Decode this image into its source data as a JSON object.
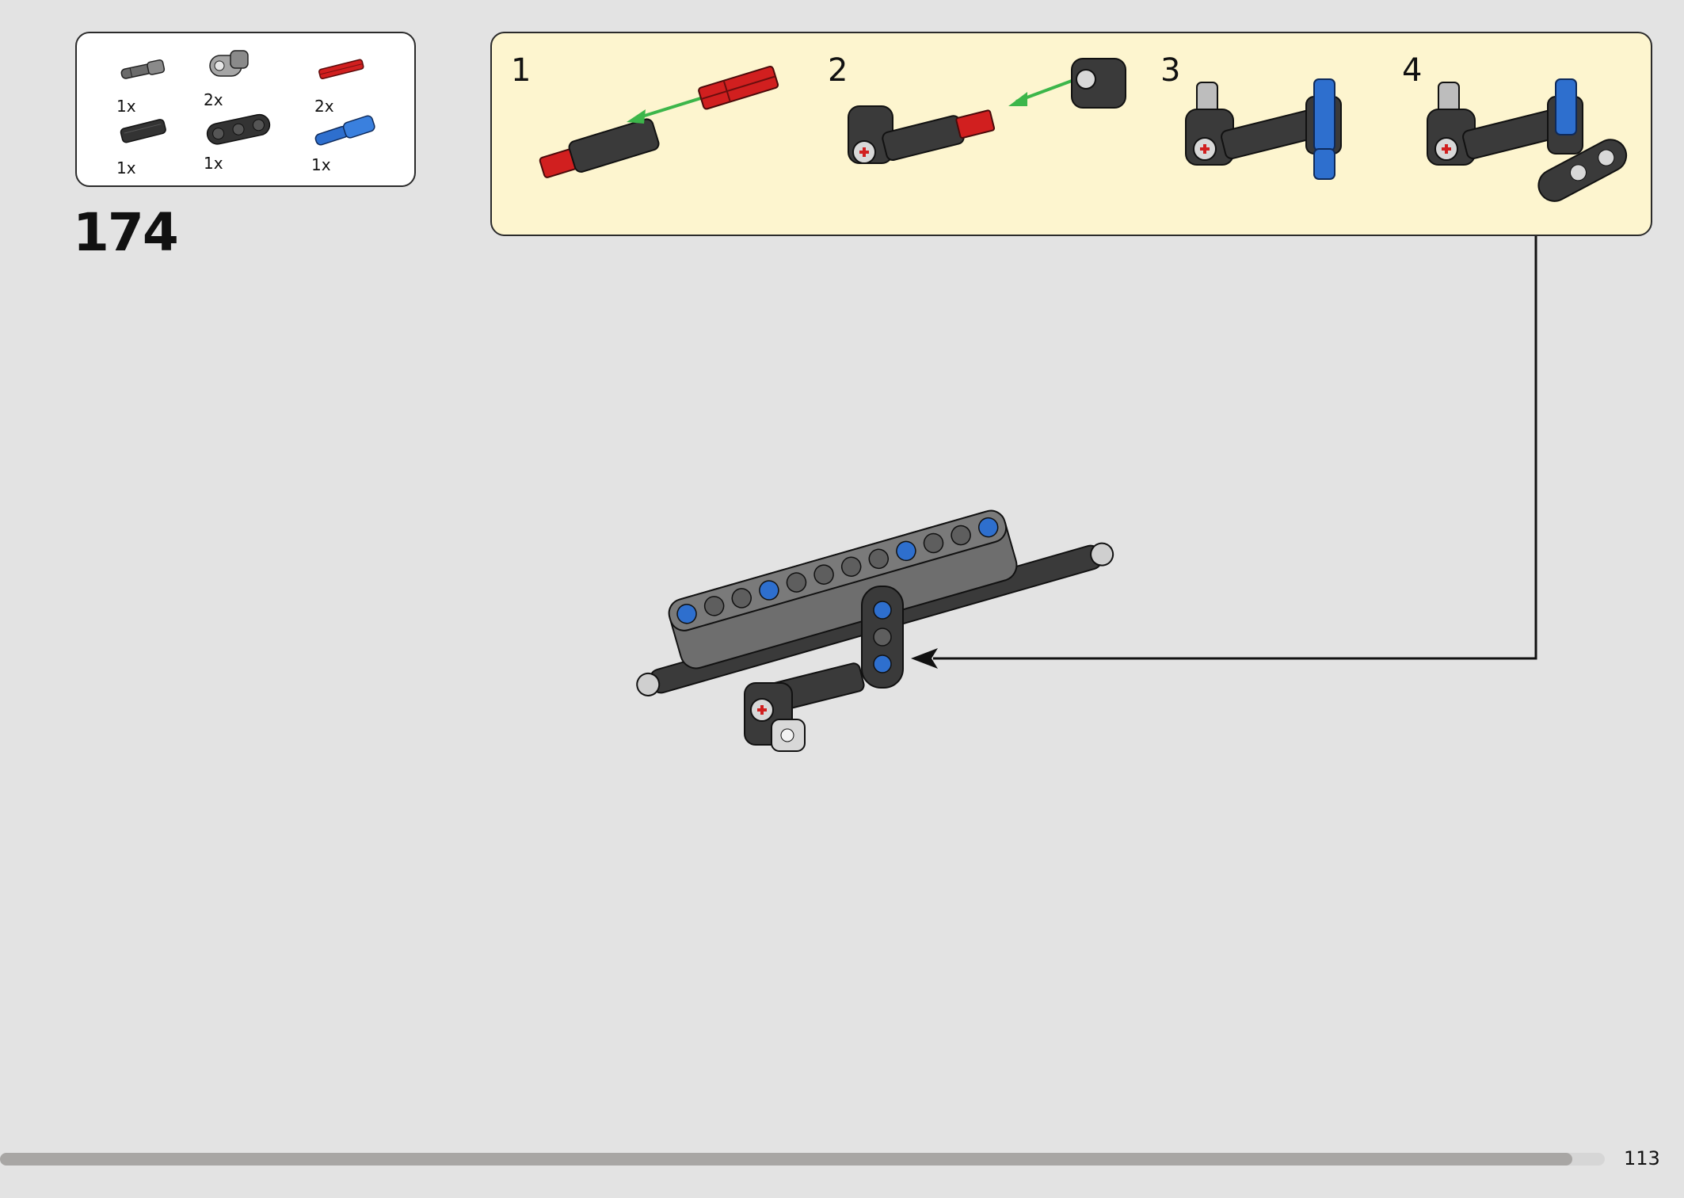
{
  "parts_list": {
    "items": [
      {
        "qty": "1x",
        "icon": "axle-pin-dark-gray-icon",
        "color": "#6b6b6b"
      },
      {
        "qty": "2x",
        "icon": "axle-connector-light-gray-icon",
        "color": "#a6a6a6"
      },
      {
        "qty": "2x",
        "icon": "axle-red-icon",
        "color": "#d11f1f"
      },
      {
        "qty": "1x",
        "icon": "connector-black-icon",
        "color": "#333333"
      },
      {
        "qty": "1x",
        "icon": "beam-3-black-icon",
        "color": "#333333"
      },
      {
        "qty": "1x",
        "icon": "pin-blue-icon",
        "color": "#2e6fce"
      }
    ]
  },
  "step": {
    "number": "174"
  },
  "sub_steps": [
    {
      "number": "1"
    },
    {
      "number": "2"
    },
    {
      "number": "3"
    },
    {
      "number": "4"
    }
  ],
  "footer": {
    "page_number": "113",
    "progress": 0.98
  },
  "colors": {
    "background": "#e3e3e3",
    "callout_background": "#fdf5cf",
    "arrow_green": "#3cb64a",
    "beam_dark_gray": "#6e6e6e",
    "brick_red": "#d11f1f",
    "pin_blue": "#2e6fce"
  }
}
